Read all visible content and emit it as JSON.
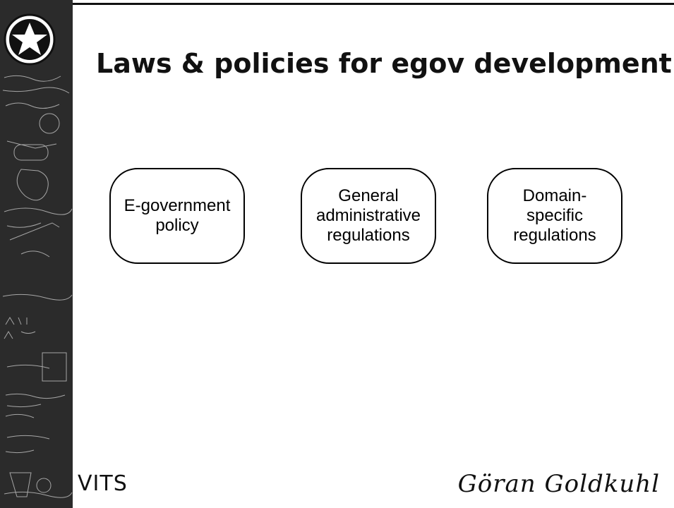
{
  "slide": {
    "title": "Laws & policies for egov development",
    "boxes": [
      {
        "lines": [
          "E-government",
          "policy"
        ]
      },
      {
        "lines": [
          "General",
          "administrative",
          "regulations"
        ]
      },
      {
        "lines": [
          "Domain-",
          "specific",
          "regulations"
        ]
      }
    ],
    "footer": {
      "left": "VITS",
      "right": "Göran Goldkuhl"
    }
  },
  "colors": {
    "chalkboard": "#2b2b2b",
    "ink": "#111111"
  },
  "icons": {
    "logo": "university-seal-icon"
  }
}
